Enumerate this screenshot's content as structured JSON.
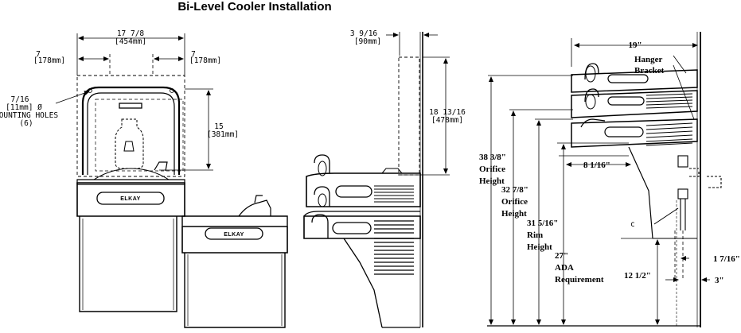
{
  "title": "Bi-Level Cooler Installation",
  "front_view": {
    "overall_width": [
      "17 7/8",
      "[454mm]"
    ],
    "left_offset": [
      "7",
      "[178mm]"
    ],
    "right_offset": [
      "7",
      "[178mm]"
    ],
    "mounting_holes": [
      "7/16",
      "[11mm] Ø",
      "MOUNTING HOLES",
      "(6)"
    ],
    "bracket_height": [
      "15",
      "[381mm]"
    ],
    "brand": "ELKAY"
  },
  "side_view": {
    "depth": [
      "3 9/16",
      "[90mm]"
    ],
    "height": [
      "18 13/16",
      "[478mm]"
    ]
  },
  "right_view": {
    "width": "19\"",
    "hanger": [
      "Hanger",
      "Bracket"
    ],
    "offset": "8 1/16\"",
    "orifice_high": [
      "38 3/8\"",
      "Orifice",
      "Height"
    ],
    "orifice_low": [
      "32 7/8\"",
      "Orifice",
      "Height"
    ],
    "rim": [
      "31 5/16\"",
      "Rim",
      "Height"
    ],
    "ada": [
      "27\"",
      "ADA",
      "Requirement"
    ],
    "floor_gap": "12 1/2\"",
    "pipe_offset": "1 7/16\"",
    "wall_offset": "3\"",
    "callout": "c"
  }
}
